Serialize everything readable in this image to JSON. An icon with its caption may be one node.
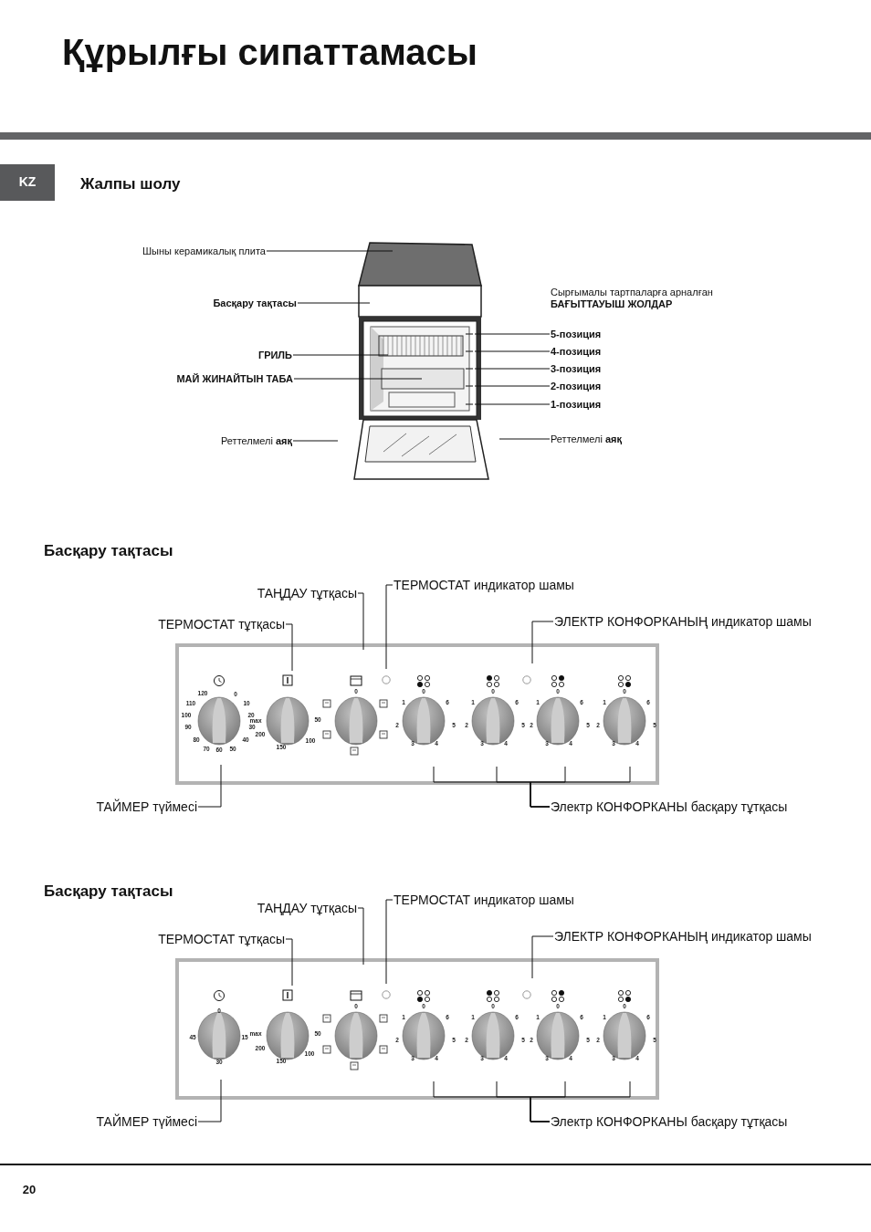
{
  "diagram": {
    "title": "Құрылғы сипаттамасы",
    "nodes": [
      {
        "text": [
          "Шыны керамикалық плита"
        ]
      },
      {
        "text": [
          "Басқару тақтасы"
        ]
      },
      {
        "text": [
          "ГРИЛЬ"
        ]
      },
      {
        "text": [
          "МАЙ ЖИНАЙТЫН ТАБА"
        ]
      },
      {
        "text": [
          "Реттелмелі **аяқ**"
        ]
      },
      {
        "text": [
          "5-позиция"
        ]
      },
      {
        "text": [
          "4-позиция"
        ]
      },
      {
        "text": [
          "3-позиция"
        ]
      },
      {
        "text": [
          "2-позиция"
        ]
      },
      {
        "text": [
          "1-позиция"
        ]
      },
      {
        "text": [
          "Реттелмелі **аяқ**"
        ]
      },
      {
        "text": [
          "ТАҢДАУ тұтқасы"
        ]
      },
      {
        "text": [
          "ТЕРМОСТАТ индикатор шамы"
        ]
      },
      {
        "text": [
          "ТЕРМОСТАТ тұтқасы"
        ]
      },
      {
        "text": [
          "ЭЛЕКТР КОНФОРКАНЫҢ индикатор шамы"
        ]
      },
      {
        "text": [
          "ТАЙМЕР түймесі"
        ]
      },
      {
        "text": [
          "Электр КОНФОРКАНЫ басқару тұтқасы"
        ]
      },
      {
        "text": [
          "ТАҢДАУ тұтқасы"
        ]
      },
      {
        "text": [
          "ТЕРМОСТАТ индикатор шамы"
        ]
      },
      {
        "text": [
          "ТЕРМОСТАТ тұтқасы"
        ]
      },
      {
        "text": [
          "ЭЛЕКТР КОНФОРКАНЫҢ индикатор шамы"
        ]
      },
      {
        "text": [
          "ТАЙМЕР түймесі"
        ]
      },
      {
        "text": [
          "Электр КОНФОРКАНЫ басқару тұтқасы"
        ]
      }
    ],
    "edges": [
      {
        "from": 0,
        "to": null,
        "arrow": "none"
      },
      {
        "from": 1,
        "to": null,
        "arrow": "none"
      },
      {
        "from": 2,
        "to": null,
        "arrow": "none"
      },
      {
        "from": 3,
        "to": null,
        "arrow": "none"
      },
      {
        "from": 4,
        "to": null,
        "arrow": "none"
      },
      {
        "from": 5,
        "to": null,
        "arrow": "none"
      },
      {
        "from": 6,
        "to": null,
        "arrow": "none"
      },
      {
        "from": 7,
        "to": null,
        "arrow": "none"
      },
      {
        "from": 8,
        "to": null,
        "arrow": "none"
      },
      {
        "from": 9,
        "to": null,
        "arrow": "none"
      },
      {
        "from": 10,
        "to": null,
        "arrow": "none"
      },
      {
        "from": 11,
        "to": null,
        "arrow": "none"
      },
      {
        "from": 12,
        "to": null,
        "arrow": "none"
      },
      {
        "from": 13,
        "to": null,
        "arrow": "none"
      },
      {
        "from": 14,
        "to": null,
        "arrow": "none"
      },
      {
        "from": 15,
        "to": null,
        "arrow": "none"
      },
      {
        "from": 16,
        "to": null,
        "arrow": "none"
      },
      {
        "from": 16,
        "to": null,
        "arrow": "none"
      },
      {
        "from": 16,
        "to": null,
        "arrow": "none"
      },
      {
        "from": 16,
        "to": null,
        "arrow": "none"
      },
      {
        "from": 17,
        "to": null,
        "arrow": "none"
      },
      {
        "from": 18,
        "to": null,
        "arrow": "none"
      },
      {
        "from": 19,
        "to": null,
        "arrow": "none"
      },
      {
        "from": 20,
        "to": null,
        "arrow": "none"
      },
      {
        "from": 21,
        "to": null,
        "arrow": "none"
      },
      {
        "from": 22,
        "to": null,
        "arrow": "none"
      },
      {
        "from": 22,
        "to": null,
        "arrow": "none"
      },
      {
        "from": 22,
        "to": null,
        "arrow": "none"
      },
      {
        "from": 22,
        "to": null,
        "arrow": "none"
      }
    ],
    "labels": [
      "KZ",
      "Жалпы шолу",
      "Сырғымалы тартпаларға арналған **БАҒЫТТАУЫШ ЖОЛДАР**",
      "Басқару тақтасы",
      "120",
      "0",
      "110",
      "10",
      "100",
      "20",
      "max",
      "90",
      "30",
      "80",
      "40",
      "70",
      "60",
      "50",
      "50",
      "200",
      "100",
      "150",
      "0",
      "0",
      "1",
      "6",
      "2",
      "5",
      "3",
      "4",
      "0",
      "1",
      "6",
      "2",
      "5",
      "3",
      "4",
      "0",
      "1",
      "6",
      "2",
      "5",
      "3",
      "4",
      "0",
      "1",
      "6",
      "2",
      "5",
      "3",
      "4",
      "Басқару тақтасы",
      "0",
      "45",
      "15",
      "30",
      "max",
      "50",
      "200",
      "100",
      "150",
      "0",
      "0",
      "1",
      "6",
      "2",
      "5",
      "3",
      "4",
      "0",
      "1",
      "6",
      "2",
      "5",
      "3",
      "4",
      "0",
      "1",
      "6",
      "2",
      "5",
      "3",
      "4",
      "0",
      "1",
      "6",
      "2",
      "5",
      "3",
      "4",
      "20"
    ]
  }
}
